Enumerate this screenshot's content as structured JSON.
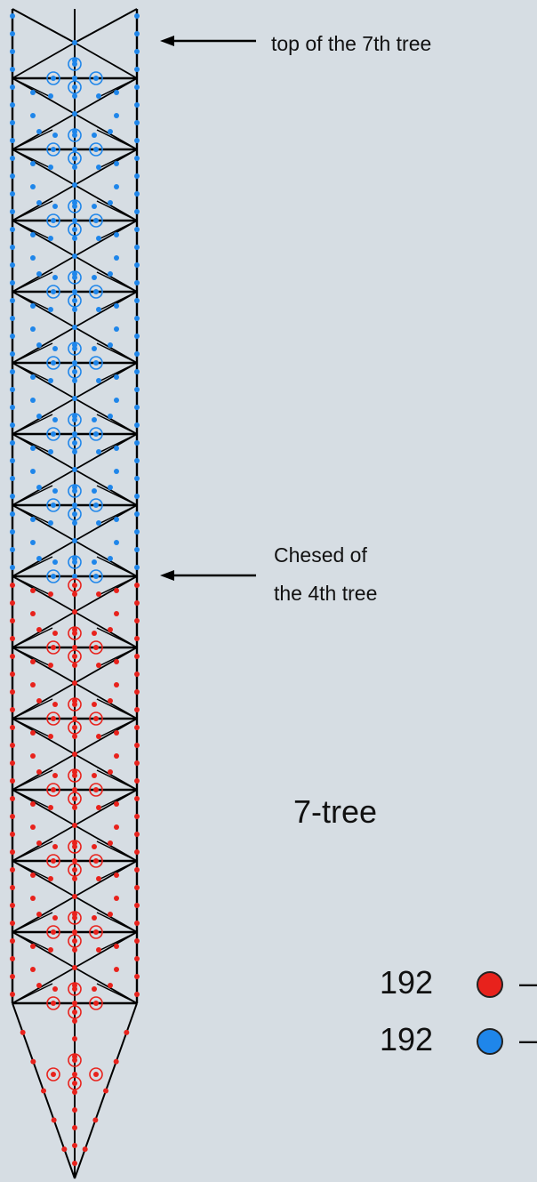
{
  "labels": {
    "top_arrow": "top of the 7th tree",
    "chesed_line1": "Chesed of",
    "chesed_line2": "the 4th tree",
    "title": "7-tree"
  },
  "legend": [
    {
      "count": "192",
      "color": "#e8221c",
      "dash": "–"
    },
    {
      "count": "192",
      "color": "#1f86ea",
      "dash": "–"
    }
  ],
  "colors": {
    "background": "#d6dde3",
    "lines": "#000000",
    "red": "#e8221c",
    "blue": "#1f86ea"
  }
}
